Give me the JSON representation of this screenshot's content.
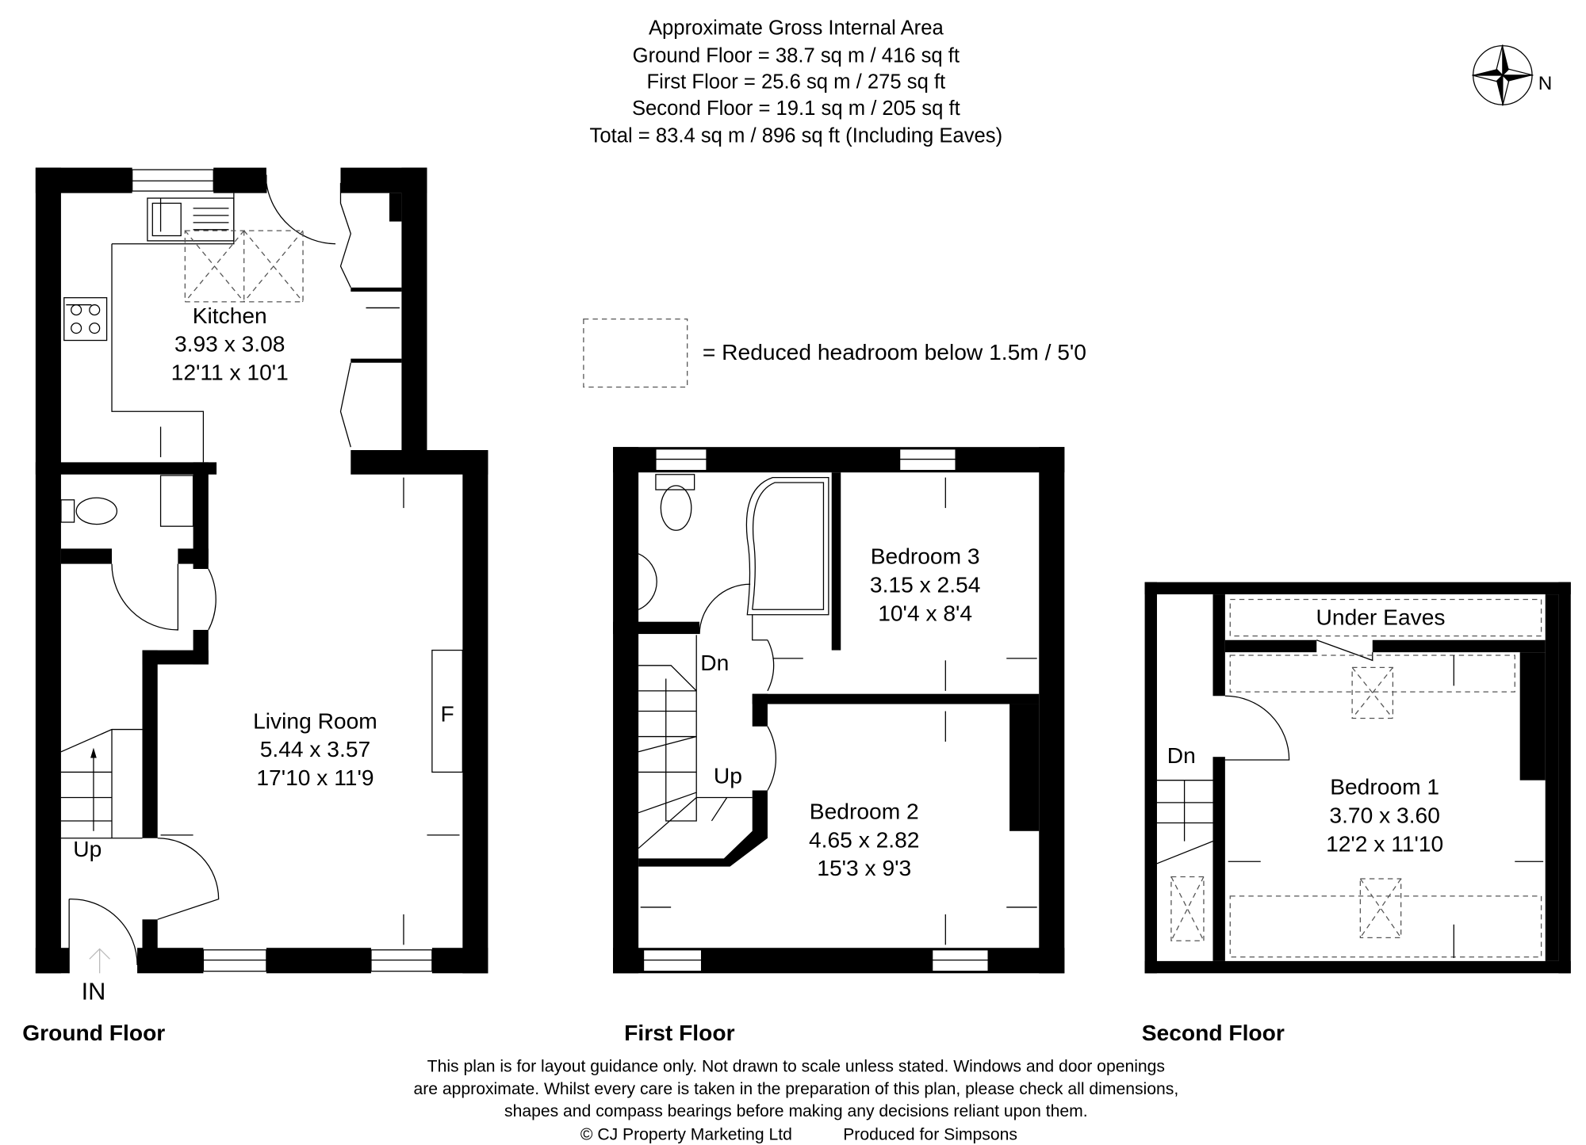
{
  "header": {
    "title": "Approximate Gross Internal Area",
    "ground": "Ground Floor = 38.7 sq m / 416 sq ft",
    "first": "First Floor = 25.6 sq m / 275 sq ft",
    "second": "Second Floor = 19.1 sq m / 205 sq ft",
    "total": "Total = 83.4 sq m / 896 sq ft (Including Eaves)"
  },
  "compass": {
    "label": "N",
    "icon": "compass-rose-icon"
  },
  "legend": {
    "text": "= Reduced headroom below 1.5m / 5'0"
  },
  "ground_floor": {
    "label": "Ground Floor",
    "entrance": "IN",
    "stairs": "Up",
    "fireplace": "F",
    "rooms": [
      {
        "name": "Kitchen",
        "metric": "3.93 x 3.08",
        "imperial": "12'11 x 10'1"
      },
      {
        "name": "Living Room",
        "metric": "5.44 x 3.57",
        "imperial": "17'10 x 11'9"
      }
    ]
  },
  "first_floor": {
    "label": "First Floor",
    "stairs_down": "Dn",
    "stairs_up": "Up",
    "rooms": [
      {
        "name": "Bedroom 3",
        "metric": "3.15 x 2.54",
        "imperial": "10'4 x 8'4"
      },
      {
        "name": "Bedroom 2",
        "metric": "4.65 x 2.82",
        "imperial": "15'3 x 9'3"
      }
    ]
  },
  "second_floor": {
    "label": "Second Floor",
    "stairs_down": "Dn",
    "eaves": "Under Eaves",
    "rooms": [
      {
        "name": "Bedroom 1",
        "metric": "3.70 x 3.60",
        "imperial": "12'2 x 11'10"
      }
    ]
  },
  "footer": {
    "line1": "This plan is for layout guidance only. Not drawn to scale unless stated. Windows and door openings",
    "line2": "are approximate. Whilst every care is taken in the preparation of this plan, please check all dimensions,",
    "line3": "shapes and compass bearings before making any decisions reliant upon them.",
    "copyright": "© CJ Property Marketing Ltd",
    "produced": "Produced for Simpsons"
  }
}
